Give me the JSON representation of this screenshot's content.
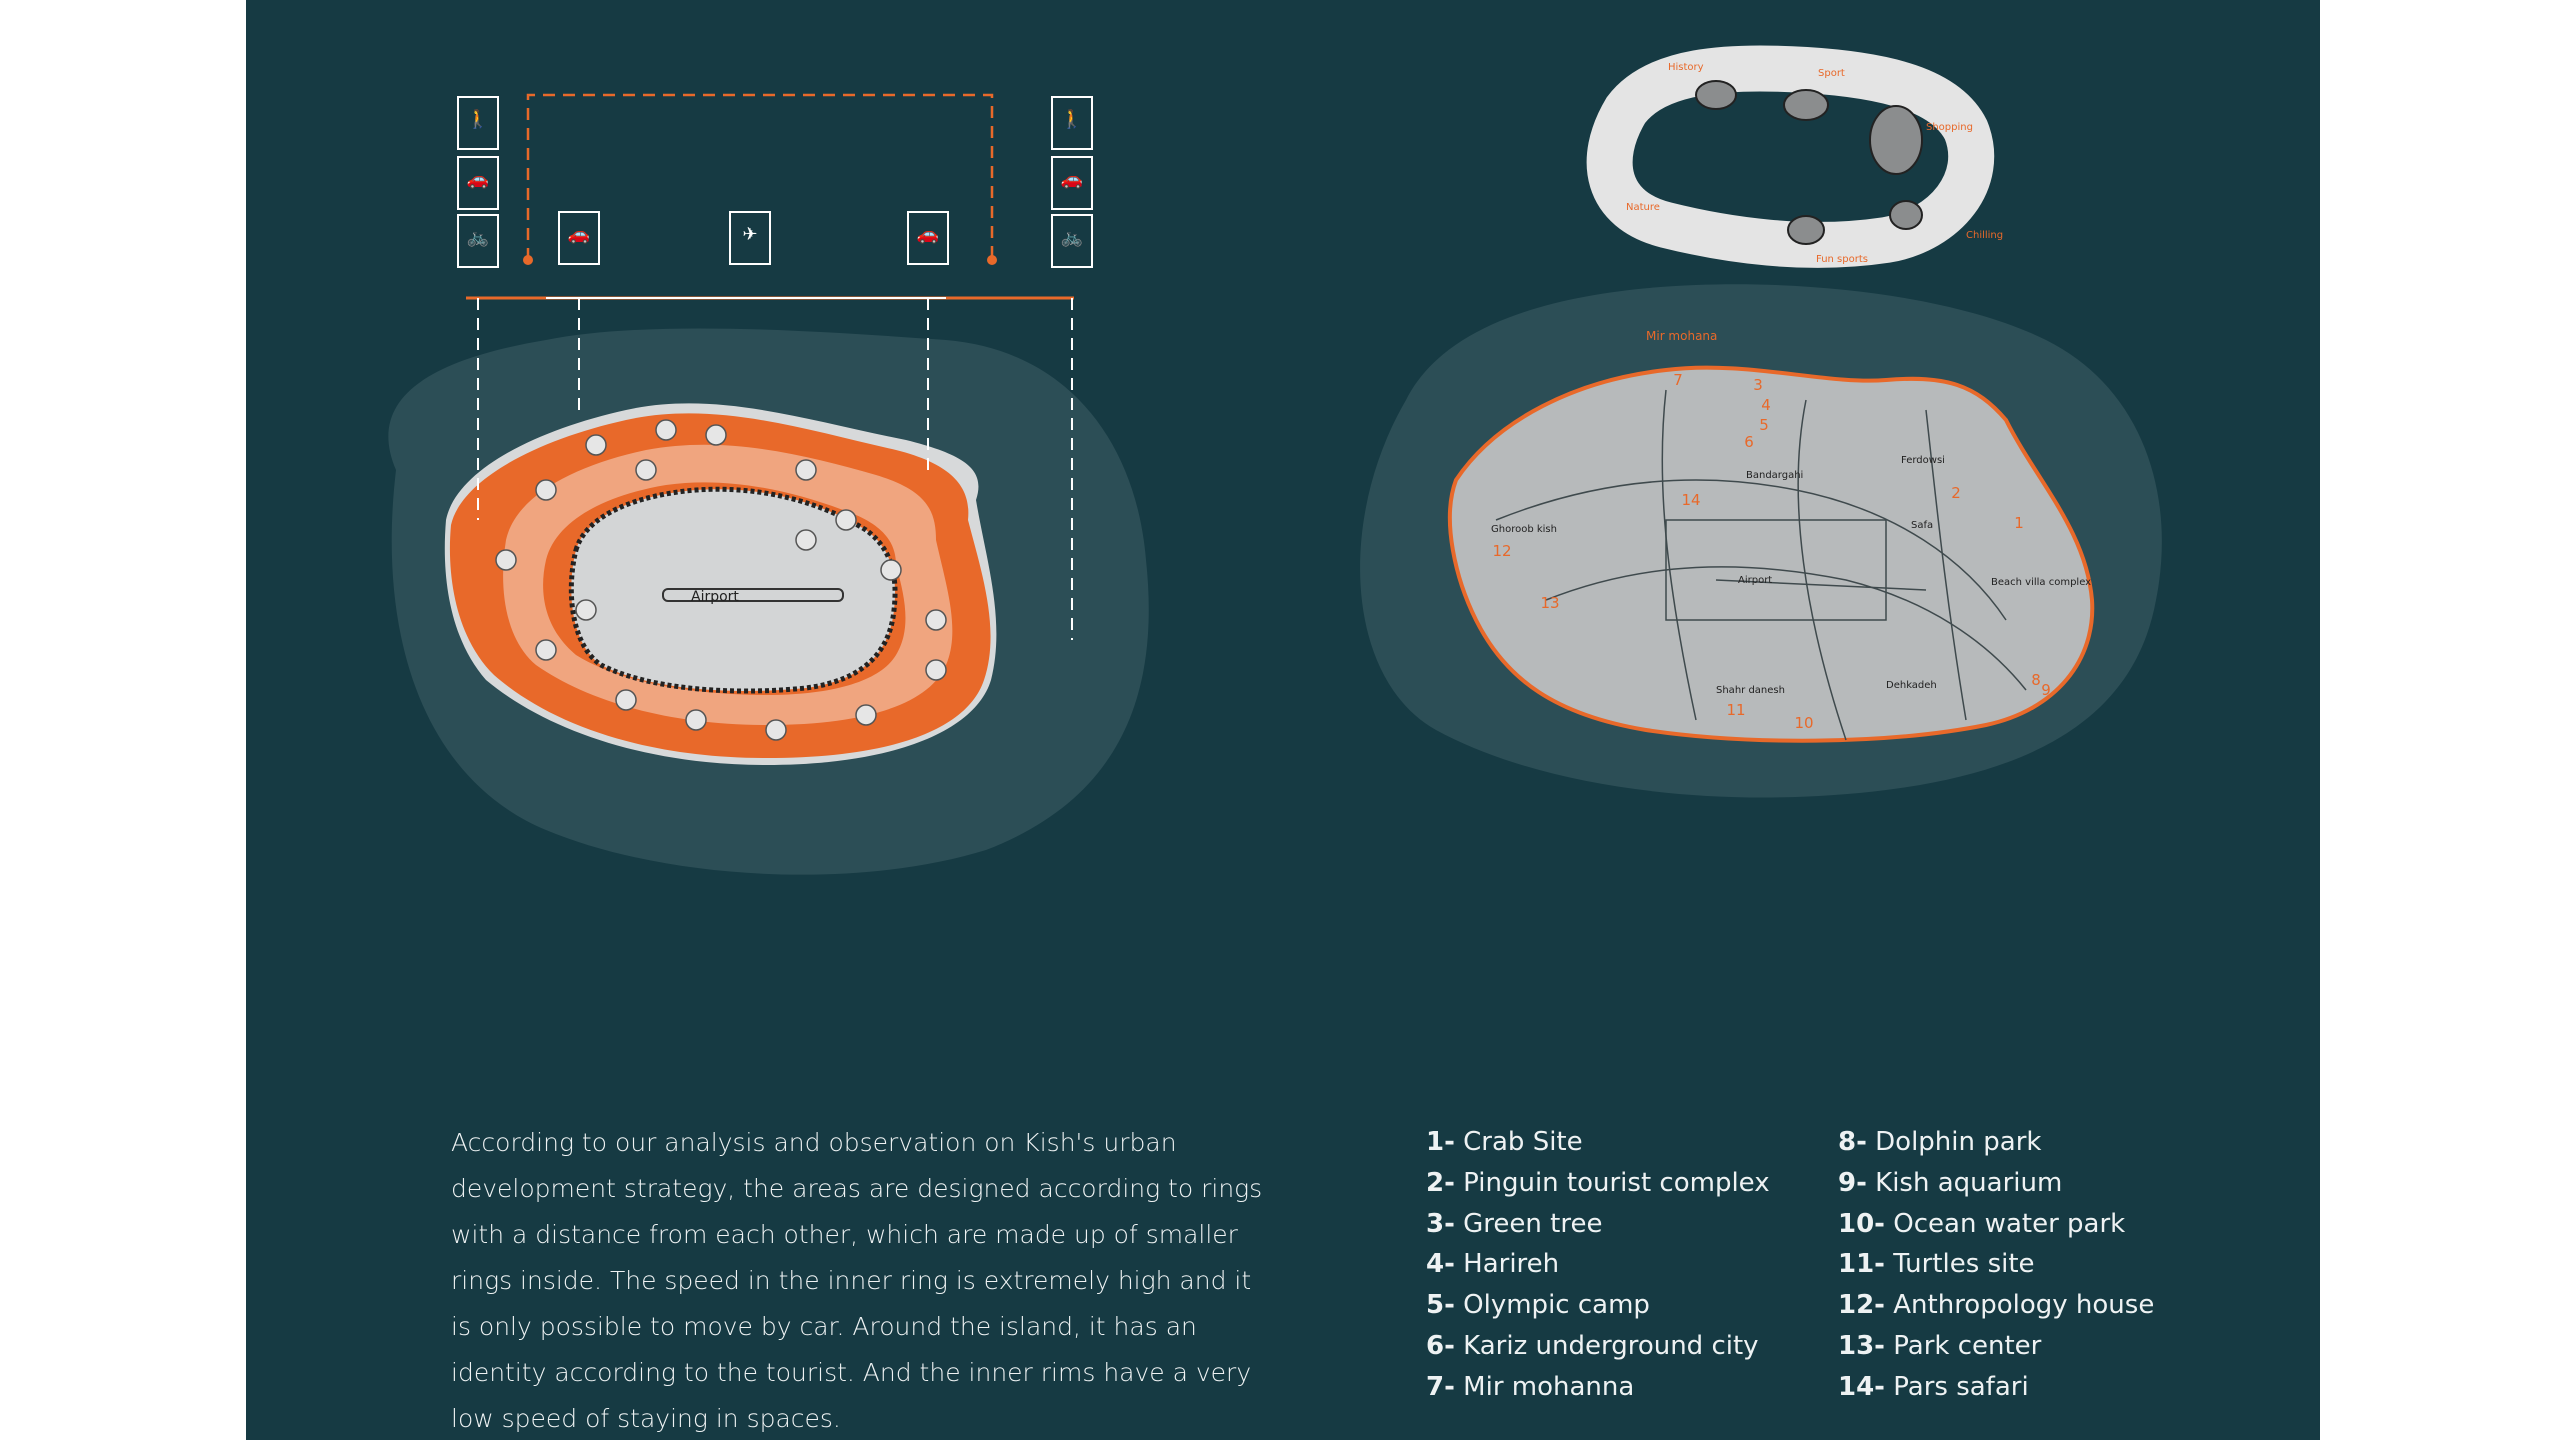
{
  "left_map": {
    "airport_label": "Airport"
  },
  "right_map": {
    "header_label": "Mir mohana",
    "places": [
      "Ghoroob kish",
      "Bandargahi",
      "Ferdowsi",
      "Safa",
      "Airport",
      "Beach villa complex",
      "Shahr danesh",
      "Dehkadeh"
    ],
    "markers": [
      "1",
      "2",
      "3",
      "4",
      "5",
      "6",
      "7",
      "8",
      "9",
      "10",
      "11",
      "12",
      "13",
      "14"
    ]
  },
  "ring_diagram": {
    "labels": [
      "History",
      "Sport",
      "Shopping",
      "Chilling",
      "Fun sports",
      "Nature"
    ]
  },
  "description": "According to our analysis and observation on Kish's urban development strategy, the areas are designed according to rings with a distance from each other, which are made up of smaller rings inside. The speed in the inner ring is extremely high and it is only possible to move by car. Around the island, it has an identity according to the tourist. And the inner rims have a very low speed of staying in spaces.",
  "legend": {
    "col1": [
      {
        "num": "1-",
        "name": "Crab Site"
      },
      {
        "num": "2-",
        "name": "Pinguin tourist complex"
      },
      {
        "num": "3-",
        "name": "Green tree"
      },
      {
        "num": "4-",
        "name": "Harireh"
      },
      {
        "num": "5-",
        "name": "Olympic camp"
      },
      {
        "num": "6-",
        "name": "Kariz underground city"
      },
      {
        "num": "7-",
        "name": "Mir mohanna"
      }
    ],
    "col2": [
      {
        "num": "8-",
        "name": "Dolphin park"
      },
      {
        "num": "9-",
        "name": "Kish aquarium"
      },
      {
        "num": "10-",
        "name": "Ocean water park"
      },
      {
        "num": "11-",
        "name": "Turtles site"
      },
      {
        "num": "12-",
        "name": "Anthropology house"
      },
      {
        "num": "13-",
        "name": "Park center"
      },
      {
        "num": "14-",
        "name": "Pars safari"
      }
    ]
  },
  "colors": {
    "background": "#163a43",
    "accent": "#e8692a",
    "halo": "#2c4e56",
    "land": "#c8cbcc"
  }
}
